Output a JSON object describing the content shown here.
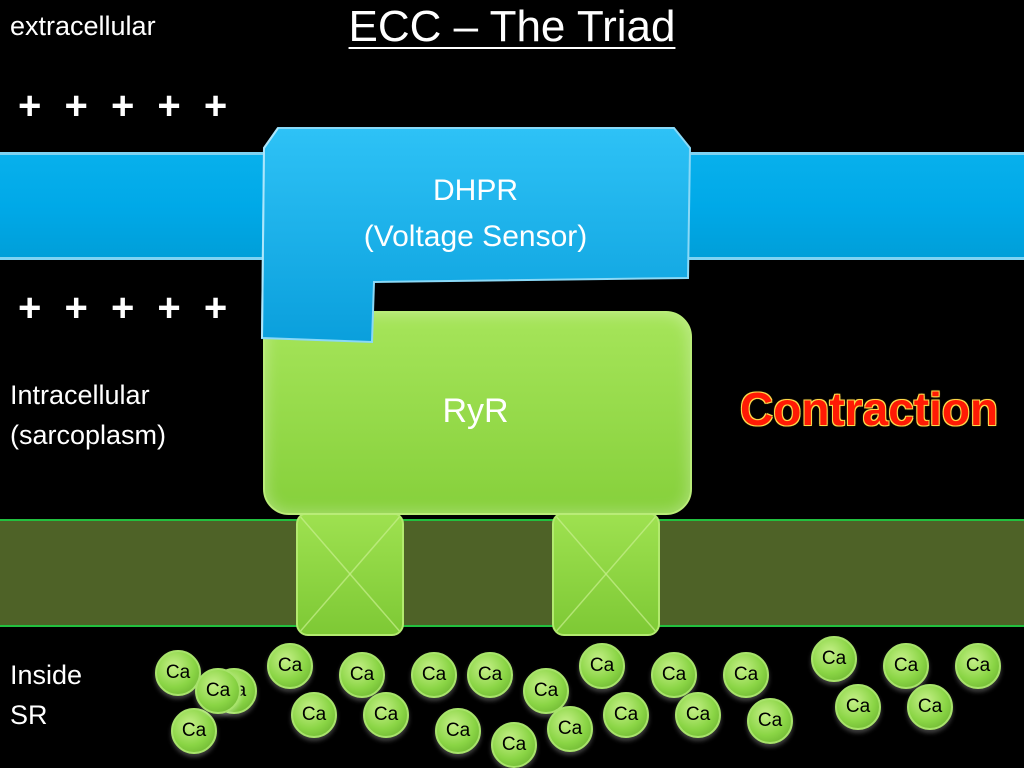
{
  "title": "ECC – The Triad",
  "regions": {
    "extracellular": "extracellular",
    "intracellular_line1": "Intracellular",
    "intracellular_line2": "(sarcoplasm)",
    "inside_sr_line1": "Inside",
    "inside_sr_line2": "SR"
  },
  "charges": {
    "top": "+ + + + +",
    "bottom": "+ + + + +"
  },
  "dhpr": {
    "line1": "DHPR",
    "line2": "(Voltage Sensor)"
  },
  "ryr": {
    "label": "RyR"
  },
  "contraction": "Contraction",
  "calcium": {
    "label": "Ca",
    "count": 27
  },
  "colors": {
    "membrane": "#00a9e8",
    "sr_membrane": "#4e6227",
    "ryr": "#92d84a",
    "contraction": "#ff1a05"
  }
}
